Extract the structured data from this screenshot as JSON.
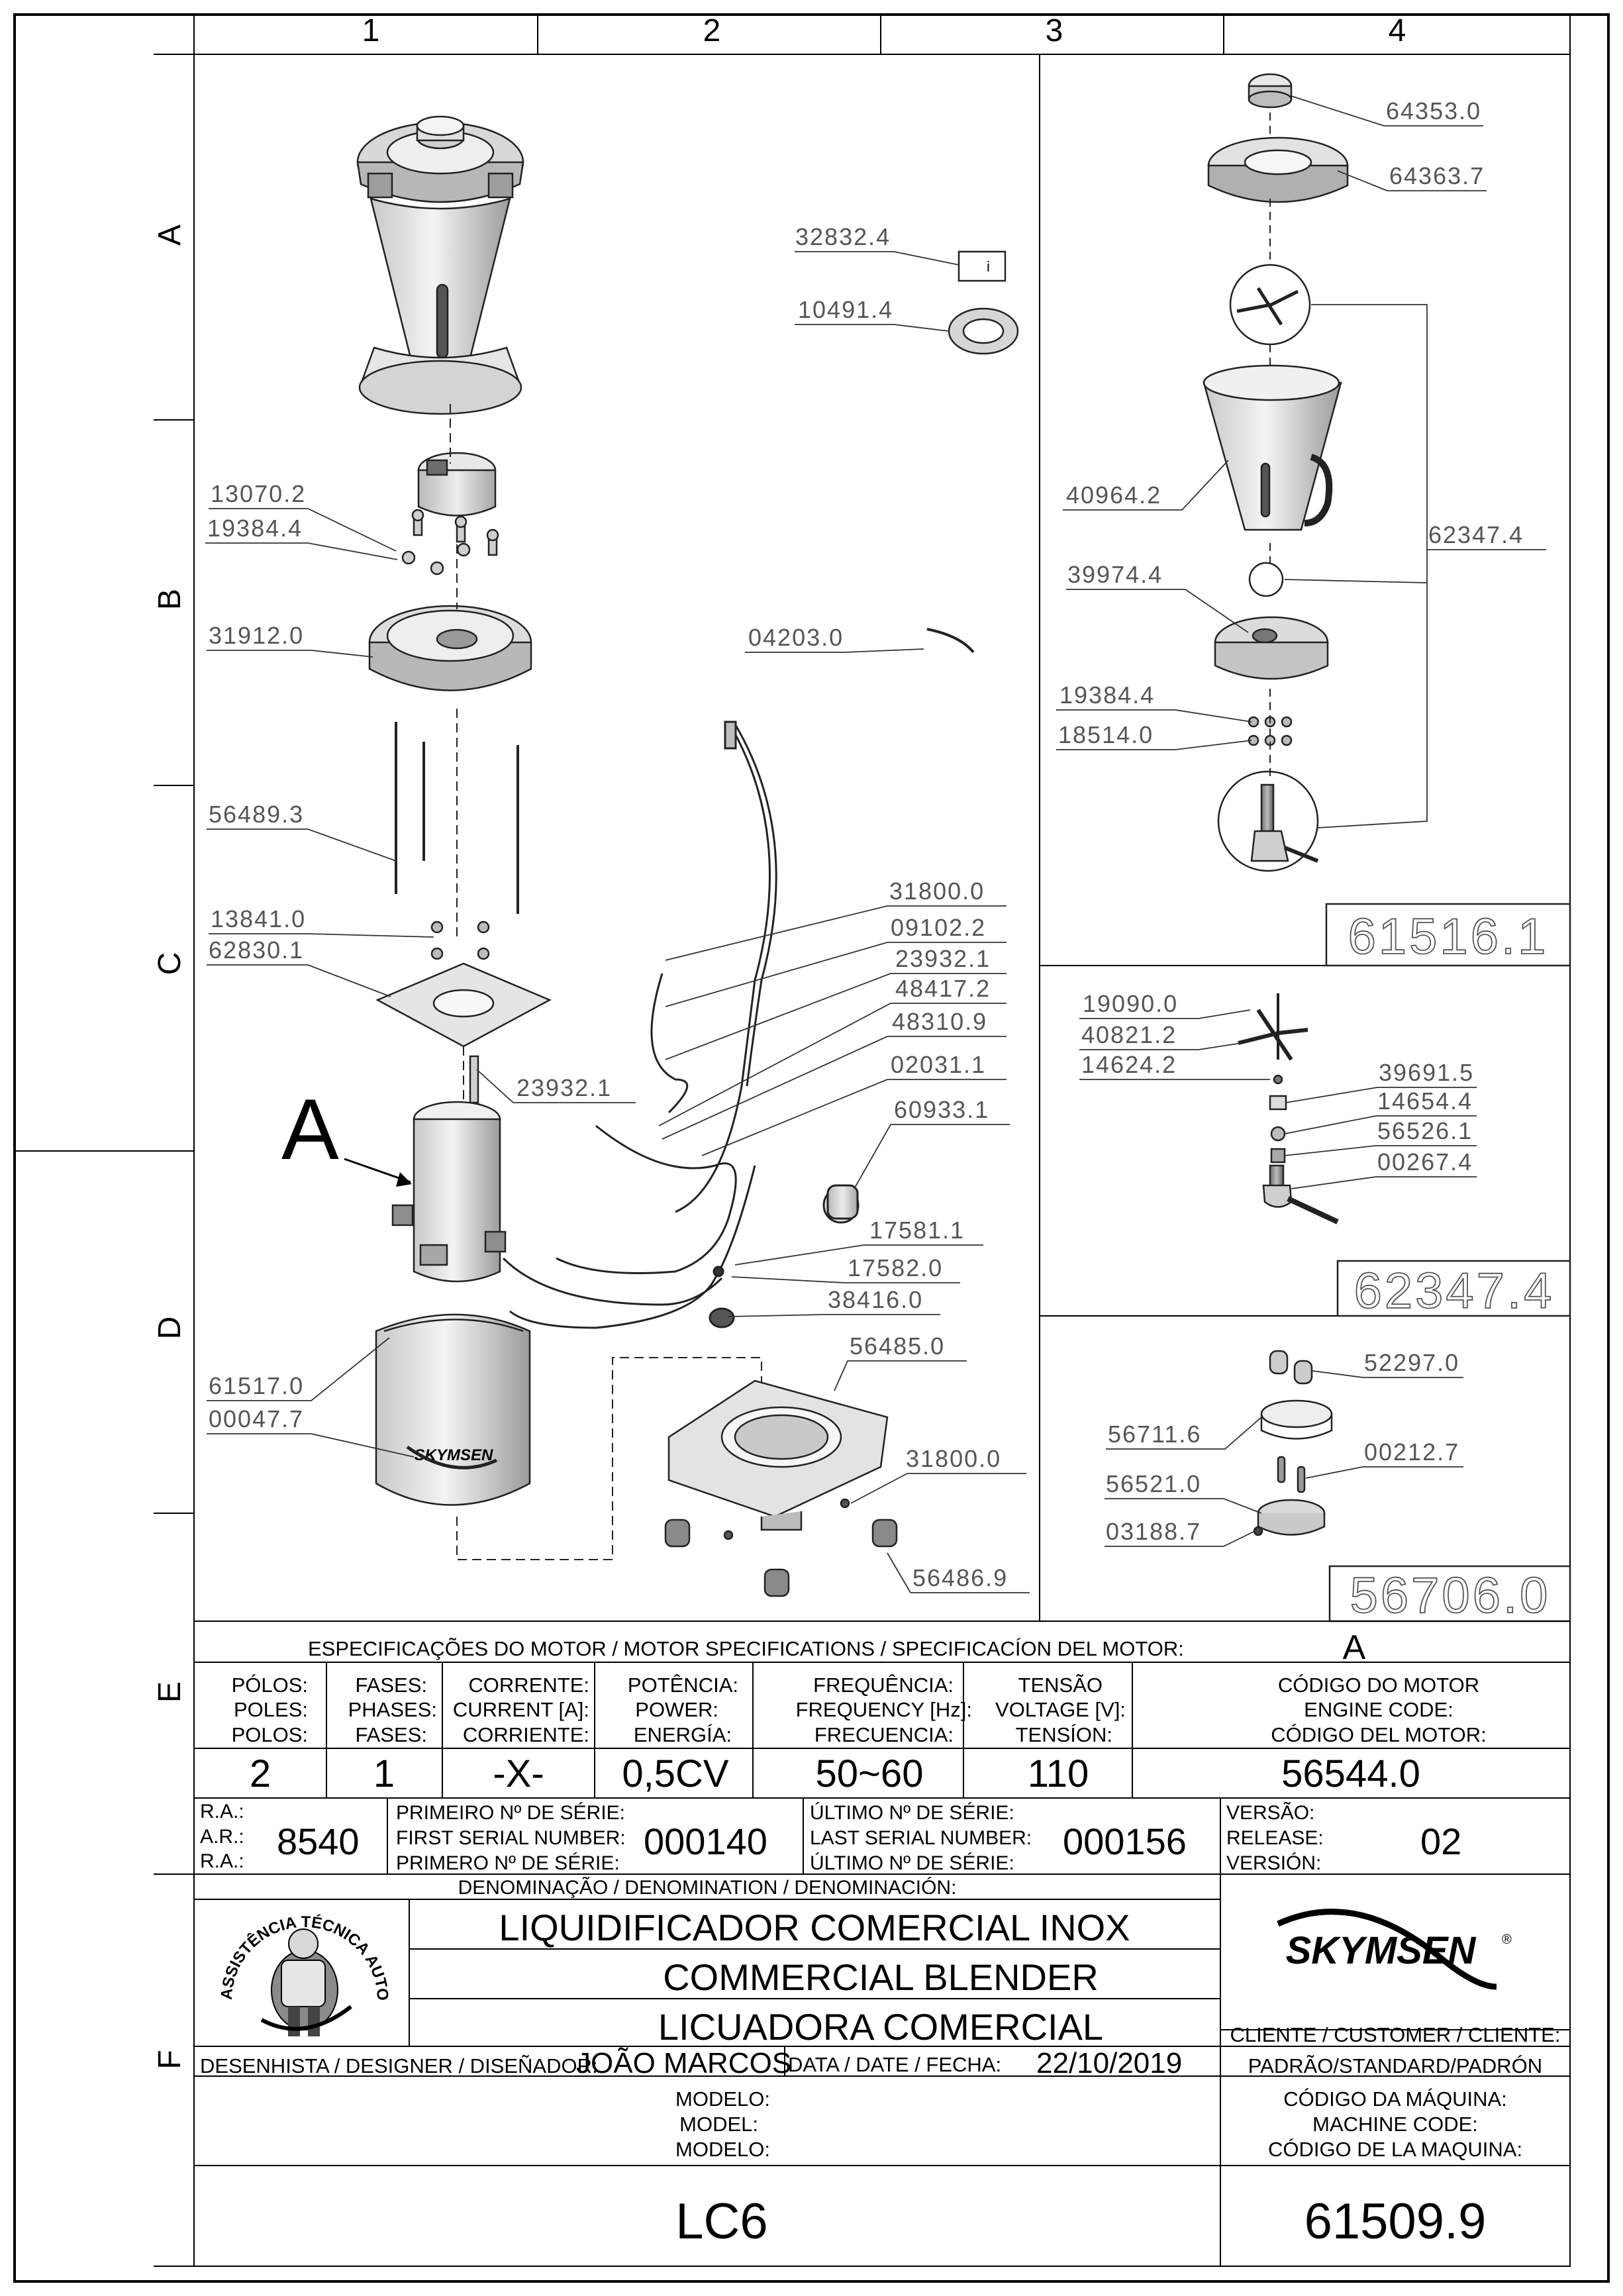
{
  "frame": {
    "columns": [
      "1",
      "2",
      "3",
      "4"
    ],
    "rows": [
      "A",
      "B",
      "C",
      "D",
      "E",
      "F"
    ]
  },
  "view_label": "A",
  "callouts": {
    "c_64353": "64353.0",
    "c_64363": "64363.7",
    "c_32832": "32832.4",
    "c_10491": "10491.4",
    "c_13070": "13070.2",
    "c_19384a": "19384.4",
    "c_31912": "31912.0",
    "c_04203": "04203.0",
    "c_56489": "56489.3",
    "c_13841": "13841.0",
    "c_62830": "62830.1",
    "c_23932b": "23932.1",
    "c_31800a": "31800.0",
    "c_09102": "09102.2",
    "c_23932a": "23932.1",
    "c_48417": "48417.2",
    "c_48310": "48310.9",
    "c_02031": "02031.1",
    "c_60933": "60933.1",
    "c_17581": "17581.1",
    "c_17582": "17582.0",
    "c_38416": "38416.0",
    "c_56485": "56485.0",
    "c_61517": "61517.0",
    "c_00047": "00047.7",
    "c_31800b": "31800.0",
    "c_56486": "56486.9",
    "c_40964": "40964.2",
    "c_62347": "62347.4",
    "c_39974": "39974.4",
    "c_19384b": "19384.4",
    "c_18514": "18514.0",
    "c_19090": "19090.0",
    "c_40821": "40821.2",
    "c_14624": "14624.2",
    "c_39691": "39691.5",
    "c_14654": "14654.4",
    "c_56526": "56526.1",
    "c_00267": "00267.4",
    "c_52297": "52297.0",
    "c_56711": "56711.6",
    "c_00212": "00212.7",
    "c_56521": "56521.0",
    "c_03188": "03188.7"
  },
  "subassemblies": {
    "sub1": "61516.1",
    "sub2": "62347.4",
    "sub3": "56706.0"
  },
  "housing_brand": "SKYMSEN",
  "specs": {
    "title": "ESPECIFICAÇÕES DO MOTOR / MOTOR SPECIFICATIONS / SPECIFICACÍON DEL MOTOR:",
    "motor_view": "A",
    "headers": [
      [
        "PÓLOS:",
        "POLES:",
        "POLOS:"
      ],
      [
        "FASES:",
        "PHASES:",
        "FASES:"
      ],
      [
        "CORRENTE:",
        "CURRENT [A]:",
        "CORRIENTE:"
      ],
      [
        "POTÊNCIA:",
        "POWER:",
        "ENERGÍA:"
      ],
      [
        "FREQUÊNCIA:",
        "FREQUENCY [Hz]:",
        "FRECUENCIA:"
      ],
      [
        "TENSÃO",
        "VOLTAGE [V]:",
        "TENSÍON:"
      ],
      [
        "CÓDIGO DO MOTOR",
        "ENGINE CODE:",
        "CÓDIGO DEL MOTOR:"
      ]
    ],
    "values": [
      "2",
      "1",
      "-X-",
      "0,5CV",
      "50~60",
      "110",
      "56544.0"
    ]
  },
  "ra": {
    "labels": [
      "R.A.:",
      "A.R.:",
      "R.A.:"
    ],
    "value": "8540"
  },
  "first_serial": {
    "labels": [
      "PRIMEIRO Nº DE SÉRIE:",
      "FIRST SERIAL NUMBER:",
      "PRIMERO Nº DE SÉRIE:"
    ],
    "value": "000140"
  },
  "last_serial": {
    "labels": [
      "ÚLTIMO Nº DE SÉRIE:",
      "LAST SERIAL NUMBER:",
      "ÚLTIMO Nº DE SÉRIE:"
    ],
    "value": "000156"
  },
  "release": {
    "labels": [
      "VERSÃO:",
      "RELEASE:",
      "VERSIÓN:"
    ],
    "value": "02"
  },
  "denomination": {
    "label": "DENOMINAÇÃO / DENOMINATION / DENOMINACIÓN:",
    "lines": [
      "LIQUIDIFICADOR COMERCIAL INOX",
      "COMMERCIAL BLENDER",
      "LICUADORA COMERCIAL"
    ]
  },
  "badge": {
    "top": "ASSISTÊNCIA TÉCNICA AUTORIZADA"
  },
  "brand": "SKYMSEN",
  "client": {
    "label": "CLIENTE / CUSTOMER / CLIENTE:",
    "value": "PADRÃO/STANDARD/PADRÓN"
  },
  "designer": {
    "label": "DESENHISTA / DESIGNER / DISEÑADOR:",
    "value": "JOÃO MARCOS"
  },
  "date": {
    "label": "DATA / DATE / FECHA:",
    "value": "22/10/2019"
  },
  "model": {
    "labels": [
      "MODELO:",
      "MODEL:",
      "MODELO:"
    ],
    "value": "LC6"
  },
  "machine_code": {
    "labels": [
      "CÓDIGO DA MÁQUINA:",
      "MACHINE CODE:",
      "CÓDIGO DE LA MAQUINA:"
    ],
    "value": "61509.9"
  }
}
